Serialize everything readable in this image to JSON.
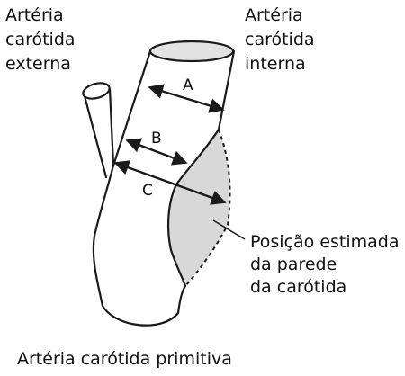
{
  "labels": {
    "external_carotid": [
      "Artéria",
      "carótida",
      "externa"
    ],
    "internal_carotid": [
      "Artéria",
      "carótida",
      "interna"
    ],
    "wall_position": [
      "Posição estimada",
      "da parede",
      "da carótida"
    ],
    "common_carotid": "Artéria carótida primitiva"
  },
  "measurements": {
    "a": "A",
    "b": "B",
    "c": "C"
  },
  "colors": {
    "line": "#1a1a1a",
    "estimated_wall_fill": "#d8d8d8",
    "vessel_fill": "#ffffff",
    "lumen_top": "#e2e2e2"
  }
}
